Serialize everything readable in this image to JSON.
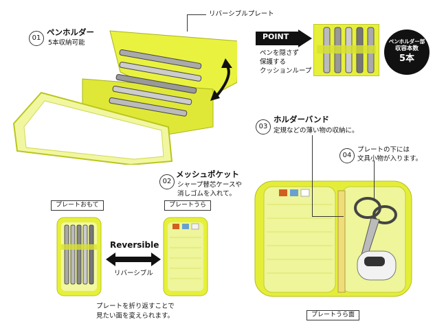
{
  "top_label": "リバーシブルプレート",
  "features": {
    "f01": {
      "num": "01",
      "title": "ペンホルダー",
      "desc": "5本収納可能"
    },
    "f02": {
      "num": "02",
      "title": "メッシュポケット",
      "desc1": "シャープ替芯ケースや",
      "desc2": "消しゴムを入れて。"
    },
    "f03": {
      "num": "03",
      "title": "ホルダーバンド",
      "desc": "定規などの薄い物の収納に。"
    },
    "f04": {
      "num": "04",
      "desc1": "プレートの下には",
      "desc2": "文具小物が入ります。"
    }
  },
  "point": {
    "label": "POINT",
    "desc1": "ペンを隠さず",
    "desc2": "保護する",
    "desc3": "クッションループ"
  },
  "badge": {
    "line1": "ペンホルダー部",
    "line2": "収容本数",
    "line3": "5本"
  },
  "boxes": {
    "front": "プレートおもて",
    "back": "プレートうら",
    "back_side": "プレートうら面"
  },
  "reversible": {
    "title": "Reversible",
    "sub": "リバーシブル"
  },
  "bottom_note": {
    "line1": "プレートを折り返すことで",
    "line2": "見たい面を変えられます。"
  },
  "colors": {
    "case": "#e6f03a",
    "case_dark": "#b9c51c",
    "accent": "#111111"
  }
}
